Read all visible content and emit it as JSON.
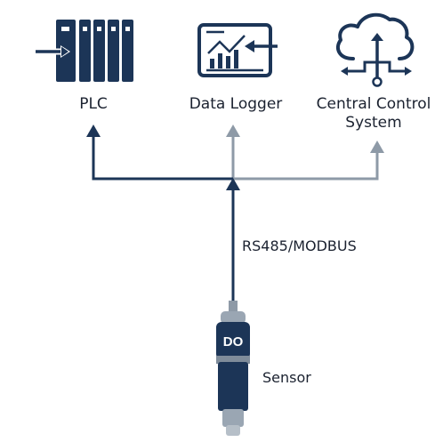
{
  "nodes": {
    "plc": {
      "label": "PLC",
      "icon": "plc-rack-icon"
    },
    "data_logger": {
      "label": "Data Logger",
      "icon": "monitor-chart-icon"
    },
    "central_control": {
      "label_line1": "Central Control",
      "label_line2": "System",
      "icon": "cloud-network-icon"
    }
  },
  "protocol": "RS485/MODBUS",
  "sensor": {
    "badge": "DO",
    "label": "Sensor",
    "icon": "do-probe-icon"
  },
  "colors": {
    "navy": "#1c3557",
    "gray": "#8e9aa7",
    "text": "#1b2230",
    "sensor_band": "#9aa6b3"
  }
}
